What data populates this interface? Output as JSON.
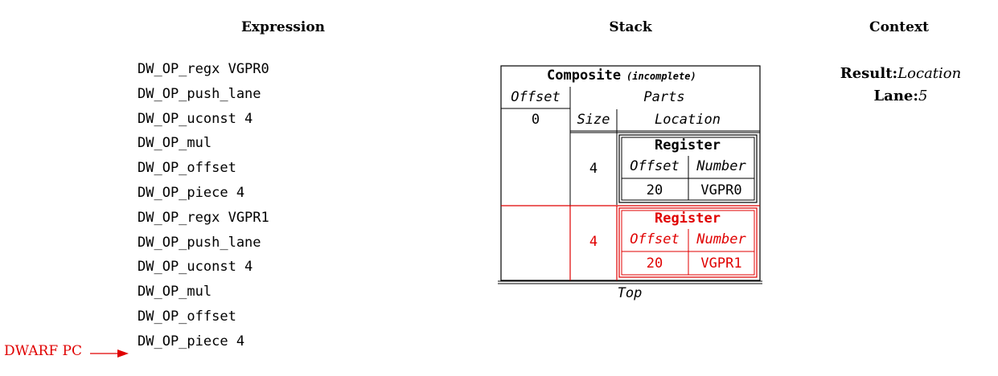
{
  "headers": {
    "expression": "Expression",
    "stack": "Stack",
    "context": "Context"
  },
  "expression_ops": [
    "DW_OP_regx VGPR0",
    "DW_OP_push_lane",
    "DW_OP_uconst 4",
    "DW_OP_mul",
    "DW_OP_offset",
    "DW_OP_piece 4",
    "DW_OP_regx VGPR1",
    "DW_OP_push_lane",
    "DW_OP_uconst 4",
    "DW_OP_mul",
    "DW_OP_offset",
    "DW_OP_piece 4"
  ],
  "dwarf_pc_label": "DWARF PC",
  "stack": {
    "composite_title": "Composite",
    "composite_note": "(incomplete)",
    "offset_header": "Offset",
    "parts_header": "Parts",
    "offset_value": "0",
    "size_header": "Size",
    "location_header": "Location",
    "parts": [
      {
        "size": "4",
        "register_title": "Register",
        "offset_label": "Offset",
        "number_label": "Number",
        "offset": "20",
        "number": "VGPR0",
        "highlighted": false
      },
      {
        "size": "4",
        "register_title": "Register",
        "offset_label": "Offset",
        "number_label": "Number",
        "offset": "20",
        "number": "VGPR1",
        "highlighted": true
      }
    ],
    "top_label": "Top"
  },
  "context": {
    "result_label": "Result:",
    "result_value": "Location",
    "lane_label": "Lane:",
    "lane_value": "5"
  },
  "colors": {
    "text": "#000000",
    "highlight": "#e00000"
  }
}
